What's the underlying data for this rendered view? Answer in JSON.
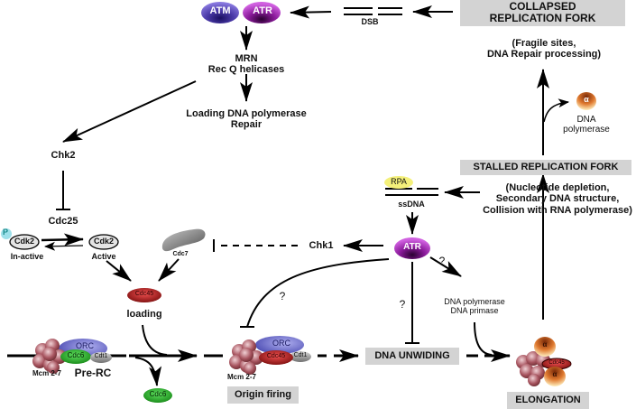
{
  "diagram": {
    "title": "Replication fork stress and checkpoint signaling",
    "nodes": {
      "atm": "ATM",
      "atr_top": "ATR",
      "dsb": "DSB",
      "collapsed_fork": [
        "COLLAPSED",
        "REPLICATION FORK"
      ],
      "fragile_sites": [
        "(Fragile sites,",
        "DNA Repair processing)"
      ],
      "mrn": [
        "MRN",
        "Rec Q helicases"
      ],
      "loading_polymerase": [
        "Loading DNA polymerase",
        "Repair"
      ],
      "dna_polymerase_alpha": [
        "DNA",
        "polymerase"
      ],
      "alpha_symbol": "α",
      "stalled_fork": "STALLED REPLICATION FORK",
      "stall_causes": [
        "(Nucleotide depletion,",
        "Secondary DNA structure,",
        "Collision with RNA polymerase)"
      ],
      "rpa": "RPA",
      "ssdna": "ssDNA",
      "chk2": "Chk2",
      "cdc25": "Cdc25",
      "phospho": "P",
      "cdk2_inactive": "Cdk2",
      "cdk2_active": "Cdk2",
      "inactive_label": "In-active",
      "active_label": "Active",
      "cdc7": "Cdc7",
      "chk1": "Chk1",
      "atr_mid": "ATR",
      "question": "?",
      "dna_pol_primase": [
        "DNA polymerase",
        "DNA primase"
      ],
      "cdc45": "Cdc45",
      "loading": "loading",
      "orc": "ORC",
      "cdc6": "Cdc6",
      "cdt1": "Cdt1",
      "mcm": "Mcm 2-7",
      "pre_rc": "Pre-RC",
      "origin_firing": "Origin firing",
      "dna_unwinding": "DNA UNWIDING",
      "elongation": "ELONGATION"
    },
    "colors": {
      "atm": "#4a3aa8",
      "atr": "#8a1a9a",
      "mcm": "#a85560",
      "orc": "#5a5ab8",
      "cdc6": "#22a022",
      "cdc45": "#c01818",
      "alpha": "#e07a30",
      "rpa": "#f4f07a",
      "box": "#d3d3d3",
      "phospho": "#9ee0ea"
    }
  }
}
